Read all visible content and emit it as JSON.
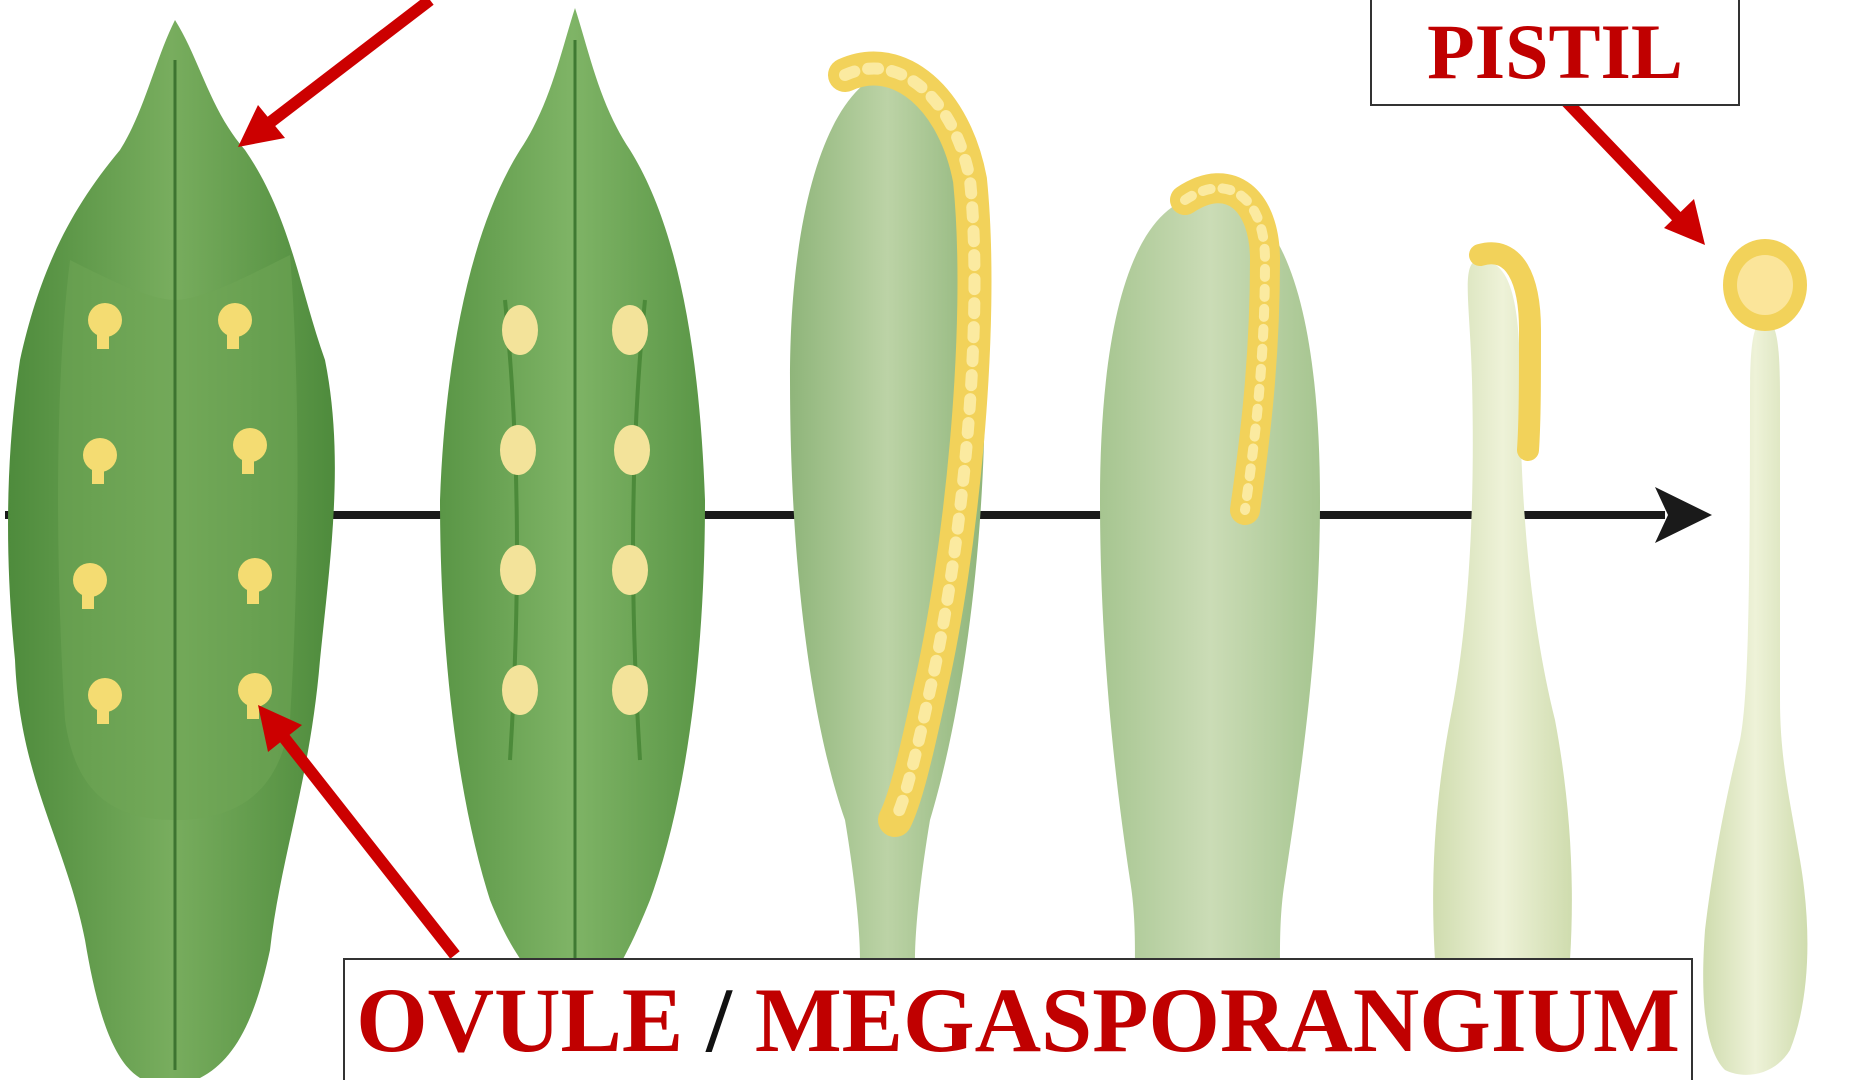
{
  "labels": {
    "pistil": "PISTIL",
    "ovule_word": "OVULE",
    "separator": " / ",
    "megasporangium_word": "MEGASPORANGIUM"
  },
  "colors": {
    "label_red": "#c00000",
    "arrow_red": "#cc0000",
    "timeline_arrow": "#1a1a1a",
    "leaf_green_dark": "#5f9a4a",
    "leaf_green_light": "#b9d19a",
    "ovule_yellow": "#f4dc72"
  },
  "stages": [
    "open-leaf-with-ovules",
    "folding-leaf-with-ovules",
    "closed-carpel-long-seam",
    "closed-carpel-short-seam",
    "narrow-pistil",
    "mature-pistil"
  ]
}
